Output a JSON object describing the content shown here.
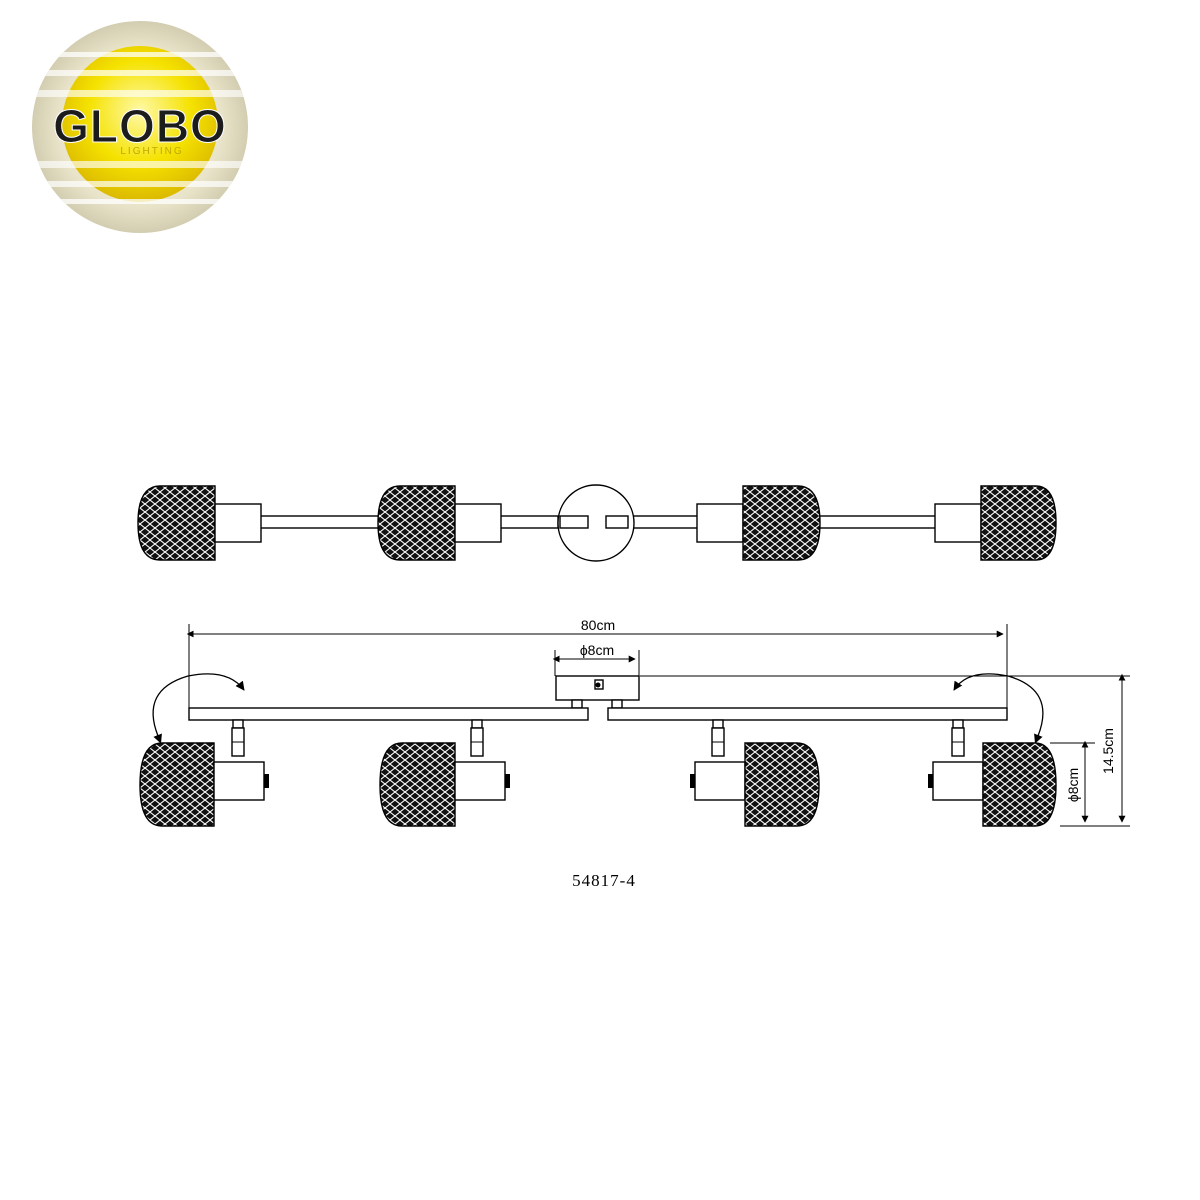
{
  "brand": {
    "name": "GLOBO",
    "tagline": "LIGHTING",
    "colors": {
      "sun": "#f5e200",
      "sun_dark": "#c9a600",
      "ring": "#d9d4b8",
      "text": "#1c1c1c"
    }
  },
  "drawing": {
    "top_view": {
      "spot_count": 4
    },
    "front_view": {
      "spot_count": 4
    },
    "dimensions": {
      "overall_length": "80cm",
      "canopy_diameter": "ϕ8cm",
      "shade_diameter": "ϕ8cm",
      "overall_height": "14.5cm"
    },
    "model_number": "54817-4"
  }
}
